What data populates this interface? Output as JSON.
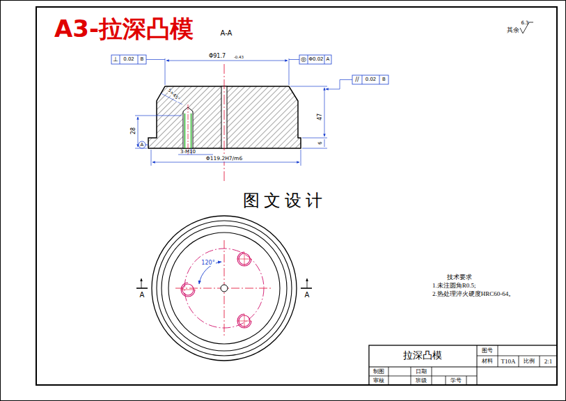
{
  "diagram": {
    "title": "A3-拉深凸模",
    "labels": [
      "A-A",
      "其余",
      "6.3",
      "⊥",
      "0.02",
      "B",
      "Φ91.7",
      "-0.43",
      "◎",
      "Φ0.02",
      "A",
      "//",
      "0.02",
      "B",
      "5×45°",
      "47",
      "6",
      "28",
      "A",
      "3-M10",
      "Φ119.2H7/m6",
      "图 文 设 计",
      "120°",
      "A",
      "A",
      "技术要求",
      "1.未注圆角R0.5;",
      "2.热处理淬火硬度HRC60-64。",
      "拉深凸模",
      "图号",
      "材料",
      "T10A",
      "比例",
      "2:1",
      "制图",
      "日期",
      "审核",
      "班级",
      "学号"
    ]
  }
}
